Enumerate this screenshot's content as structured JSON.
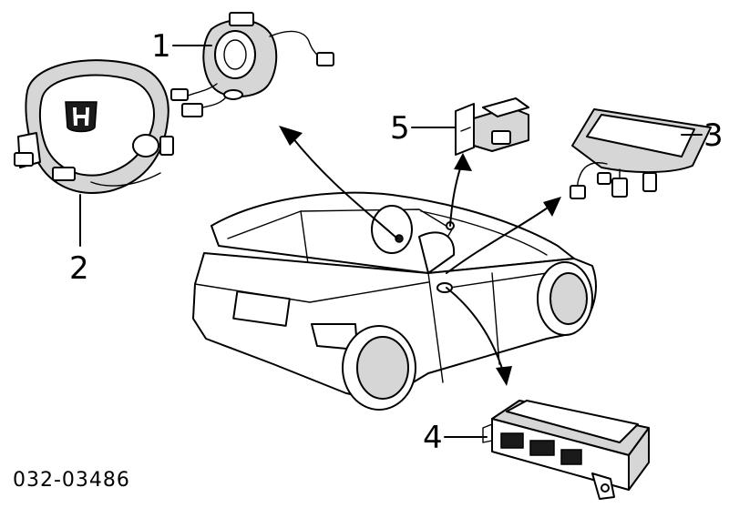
{
  "callouts": [
    {
      "id": "1",
      "text": "1"
    },
    {
      "id": "2",
      "text": "2"
    },
    {
      "id": "3",
      "text": "3"
    },
    {
      "id": "4",
      "text": "4"
    },
    {
      "id": "5",
      "text": "5"
    }
  ],
  "part_number": "032-03486",
  "colors": {
    "line": "#000000",
    "shade": "#d6d6d6",
    "background": "#ffffff"
  }
}
